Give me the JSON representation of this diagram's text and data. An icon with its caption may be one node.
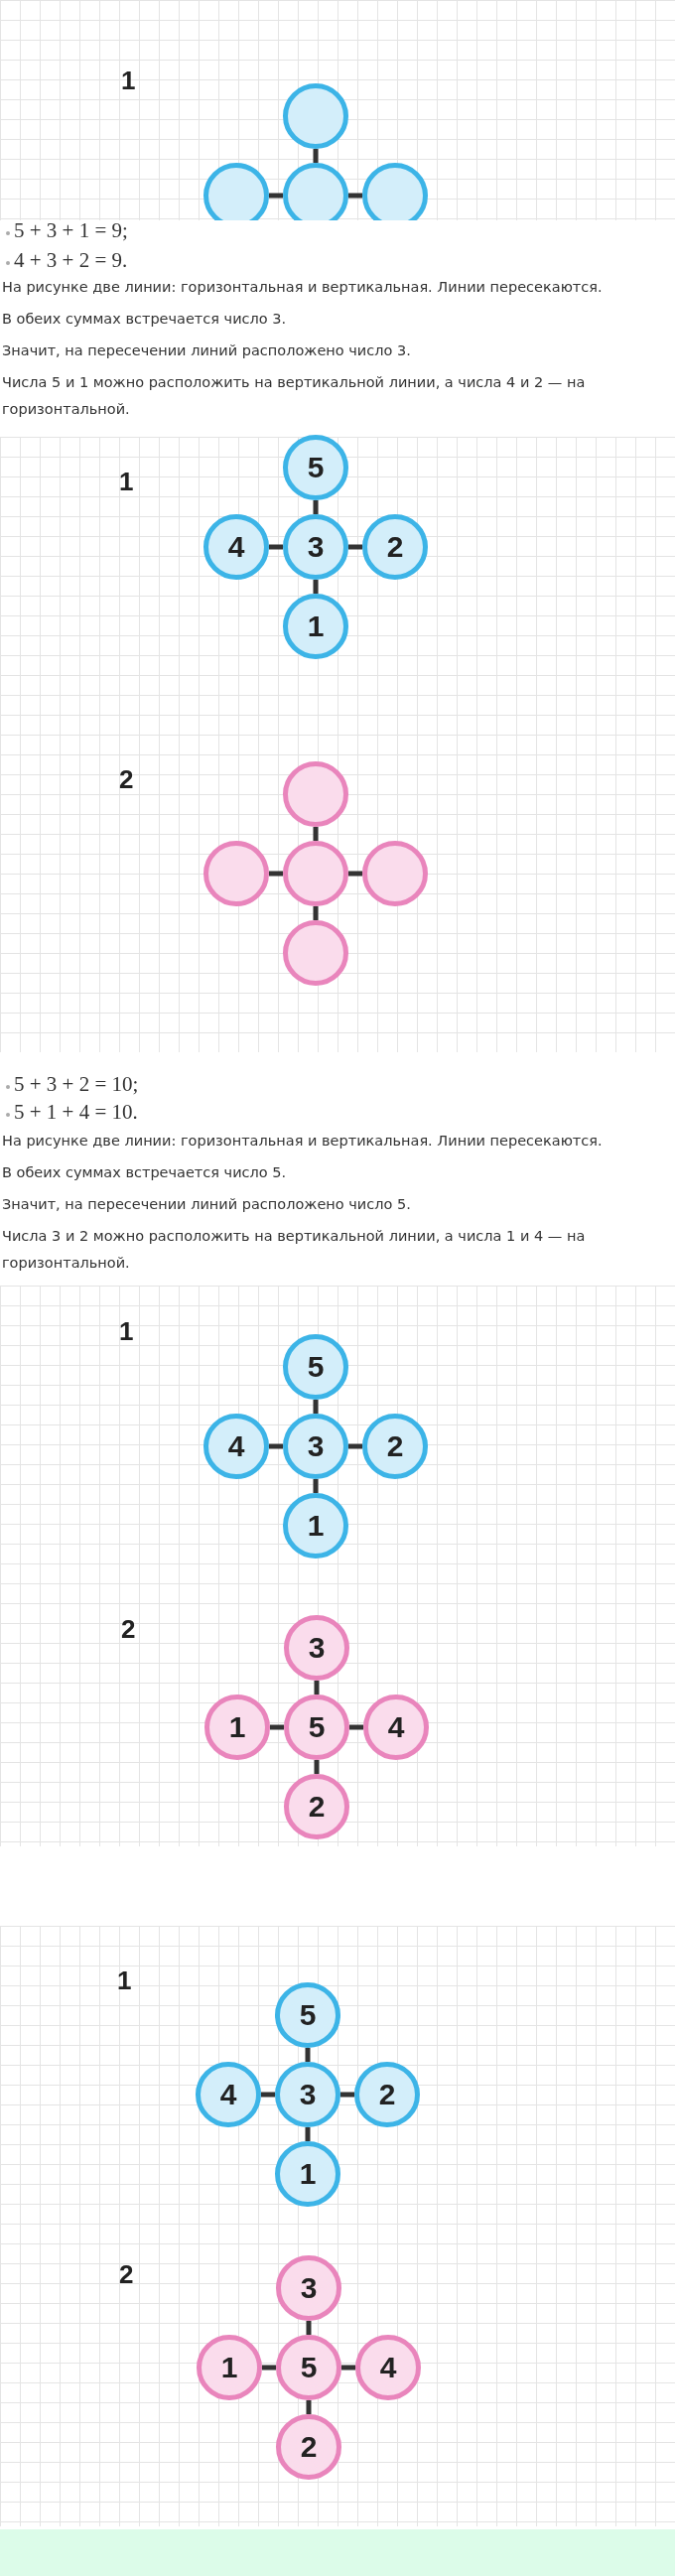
{
  "diagram": {
    "nodes": [
      {
        "text": [],
        "shape": "circle"
      },
      {
        "text": [],
        "shape": "circle"
      },
      {
        "text": [],
        "shape": "circle"
      },
      {
        "text": [],
        "shape": "circle"
      },
      {
        "text": [
          "5"
        ]
      },
      {
        "text": [
          "4"
        ]
      },
      {
        "text": [
          "3"
        ]
      },
      {
        "text": [
          "2"
        ]
      },
      {
        "text": [
          "1"
        ]
      },
      {
        "text": [],
        "shape": "circle"
      },
      {
        "text": [],
        "shape": "circle"
      },
      {
        "text": [],
        "shape": "circle"
      },
      {
        "text": [],
        "shape": "circle"
      },
      {
        "text": [],
        "shape": "circle"
      },
      {
        "text": [
          "5"
        ]
      },
      {
        "text": [
          "4"
        ]
      },
      {
        "text": [
          "3"
        ]
      },
      {
        "text": [
          "2"
        ]
      },
      {
        "text": [
          "1"
        ]
      },
      {
        "text": [
          "3"
        ]
      },
      {
        "text": [
          "1"
        ]
      },
      {
        "text": [
          "5"
        ]
      },
      {
        "text": [
          "4"
        ]
      },
      {
        "text": [
          "2"
        ]
      },
      {
        "text": [
          "5"
        ]
      },
      {
        "text": [
          "4"
        ]
      },
      {
        "text": [
          "3"
        ]
      },
      {
        "text": [
          "2"
        ]
      },
      {
        "text": [
          "1"
        ]
      },
      {
        "text": [
          "3"
        ]
      },
      {
        "text": [
          "1"
        ]
      },
      {
        "text": [
          "5"
        ]
      },
      {
        "text": [
          "4"
        ]
      },
      {
        "text": [
          "2"
        ]
      }
    ],
    "edges": [
      {
        "from": 2,
        "to": 0,
        "arrow": "none"
      },
      {
        "from": 1,
        "to": 2,
        "arrow": "none"
      },
      {
        "from": 2,
        "to": 3,
        "arrow": "none"
      },
      {
        "from": 6,
        "to": 4,
        "arrow": "none"
      },
      {
        "from": 5,
        "to": 6,
        "arrow": "none"
      },
      {
        "from": 6,
        "to": 7,
        "arrow": "none"
      },
      {
        "from": 6,
        "to": 8,
        "arrow": "none"
      },
      {
        "from": 11,
        "to": 9,
        "arrow": "none"
      },
      {
        "from": 10,
        "to": 11,
        "arrow": "none"
      },
      {
        "from": 11,
        "to": 12,
        "arrow": "none"
      },
      {
        "from": 11,
        "to": 13,
        "arrow": "none"
      },
      {
        "from": 16,
        "to": 14,
        "arrow": "none"
      },
      {
        "from": 15,
        "to": 16,
        "arrow": "none"
      },
      {
        "from": 16,
        "to": 17,
        "arrow": "none"
      },
      {
        "from": 16,
        "to": 18,
        "arrow": "none"
      },
      {
        "from": 21,
        "to": 19,
        "arrow": "none"
      },
      {
        "from": 20,
        "to": 21,
        "arrow": "none"
      },
      {
        "from": 21,
        "to": 22,
        "arrow": "none"
      },
      {
        "from": 21,
        "to": 23,
        "arrow": "none"
      },
      {
        "from": 26,
        "to": 24,
        "arrow": "none"
      },
      {
        "from": 25,
        "to": 26,
        "arrow": "none"
      },
      {
        "from": 26,
        "to": 27,
        "arrow": "none"
      },
      {
        "from": 26,
        "to": 28,
        "arrow": "none"
      },
      {
        "from": 31,
        "to": 29,
        "arrow": "none"
      },
      {
        "from": 30,
        "to": 31,
        "arrow": "none"
      },
      {
        "from": 31,
        "to": 32,
        "arrow": "none"
      },
      {
        "from": 31,
        "to": 33,
        "arrow": "none"
      }
    ],
    "labels": [
      "1",
      "5 + 3 + 1 = 9;",
      "4 + 3 + 2 = 9.",
      "На рисунке две линии: горизонтальная и вертикальная. Линии пересекаются.",
      "В обеих суммах встречается число 3.",
      "Значит, на пересечении линий расположено число 3.",
      "Числа 5 и 1 можно расположить на вертикальной линии, а числа 4 и 2 — на горизонтальной.",
      "1",
      "2",
      "5 + 3 + 2 = 10;",
      "5 + 1 + 4 = 10.",
      "На рисунке две линии: горизонтальная и вертикальная. Линии пересекаются.",
      "В обеих суммах встречается число 5.",
      "Значит, на пересечении линий расположено число 5.",
      "Числа 3 и 2 можно расположить на вертикальной линии, а числа 1 и 4 — на горизонтальной.",
      "1",
      "2",
      "1",
      "2"
    ]
  }
}
